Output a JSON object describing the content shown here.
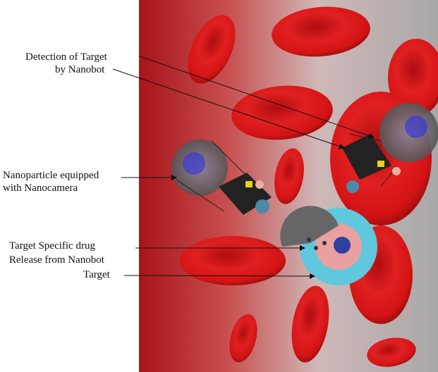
{
  "labels": {
    "detection": [
      "Detection of Target",
      "by Nanobot"
    ],
    "nanoparticle": [
      "Nanoparticle equipped",
      "with Nanocamera"
    ],
    "drug_release": [
      "Target Specific drug",
      "Release from Nanobot"
    ],
    "target": "Target"
  },
  "colors": {
    "blood_dark": "#a8141a",
    "blood_light": "#c9c9c9",
    "cell": "#d81818",
    "target_ring": "#5fc8dc"
  }
}
